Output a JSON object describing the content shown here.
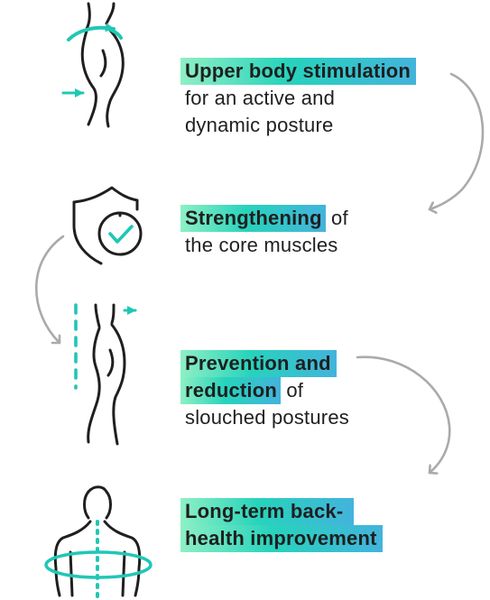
{
  "colors": {
    "accent_teal": "#20c7b5",
    "accent_blue": "#43b3dc",
    "accent_green": "#8ef0c4",
    "line_dark": "#1f1f1f",
    "arrow_gray": "#aaaaaa"
  },
  "icons": [
    "side-posture-icon",
    "shield-check-icon",
    "posture-correction-icon",
    "back-spine-icon",
    "curved-arrow-icon"
  ],
  "steps": [
    {
      "highlight": "Upper body stimulation",
      "rest": "",
      "lines": [
        "for an active and",
        "dynamic posture"
      ]
    },
    {
      "highlight": "Strengthening",
      "rest": " of",
      "lines": [
        "the core muscles"
      ]
    },
    {
      "highlight_line1": "Prevention and",
      "highlight_line2": "reduction",
      "rest": " of",
      "lines": [
        "slouched postures"
      ]
    },
    {
      "highlight_line1": "Long-term back-",
      "highlight_line2": "health improvement"
    }
  ]
}
